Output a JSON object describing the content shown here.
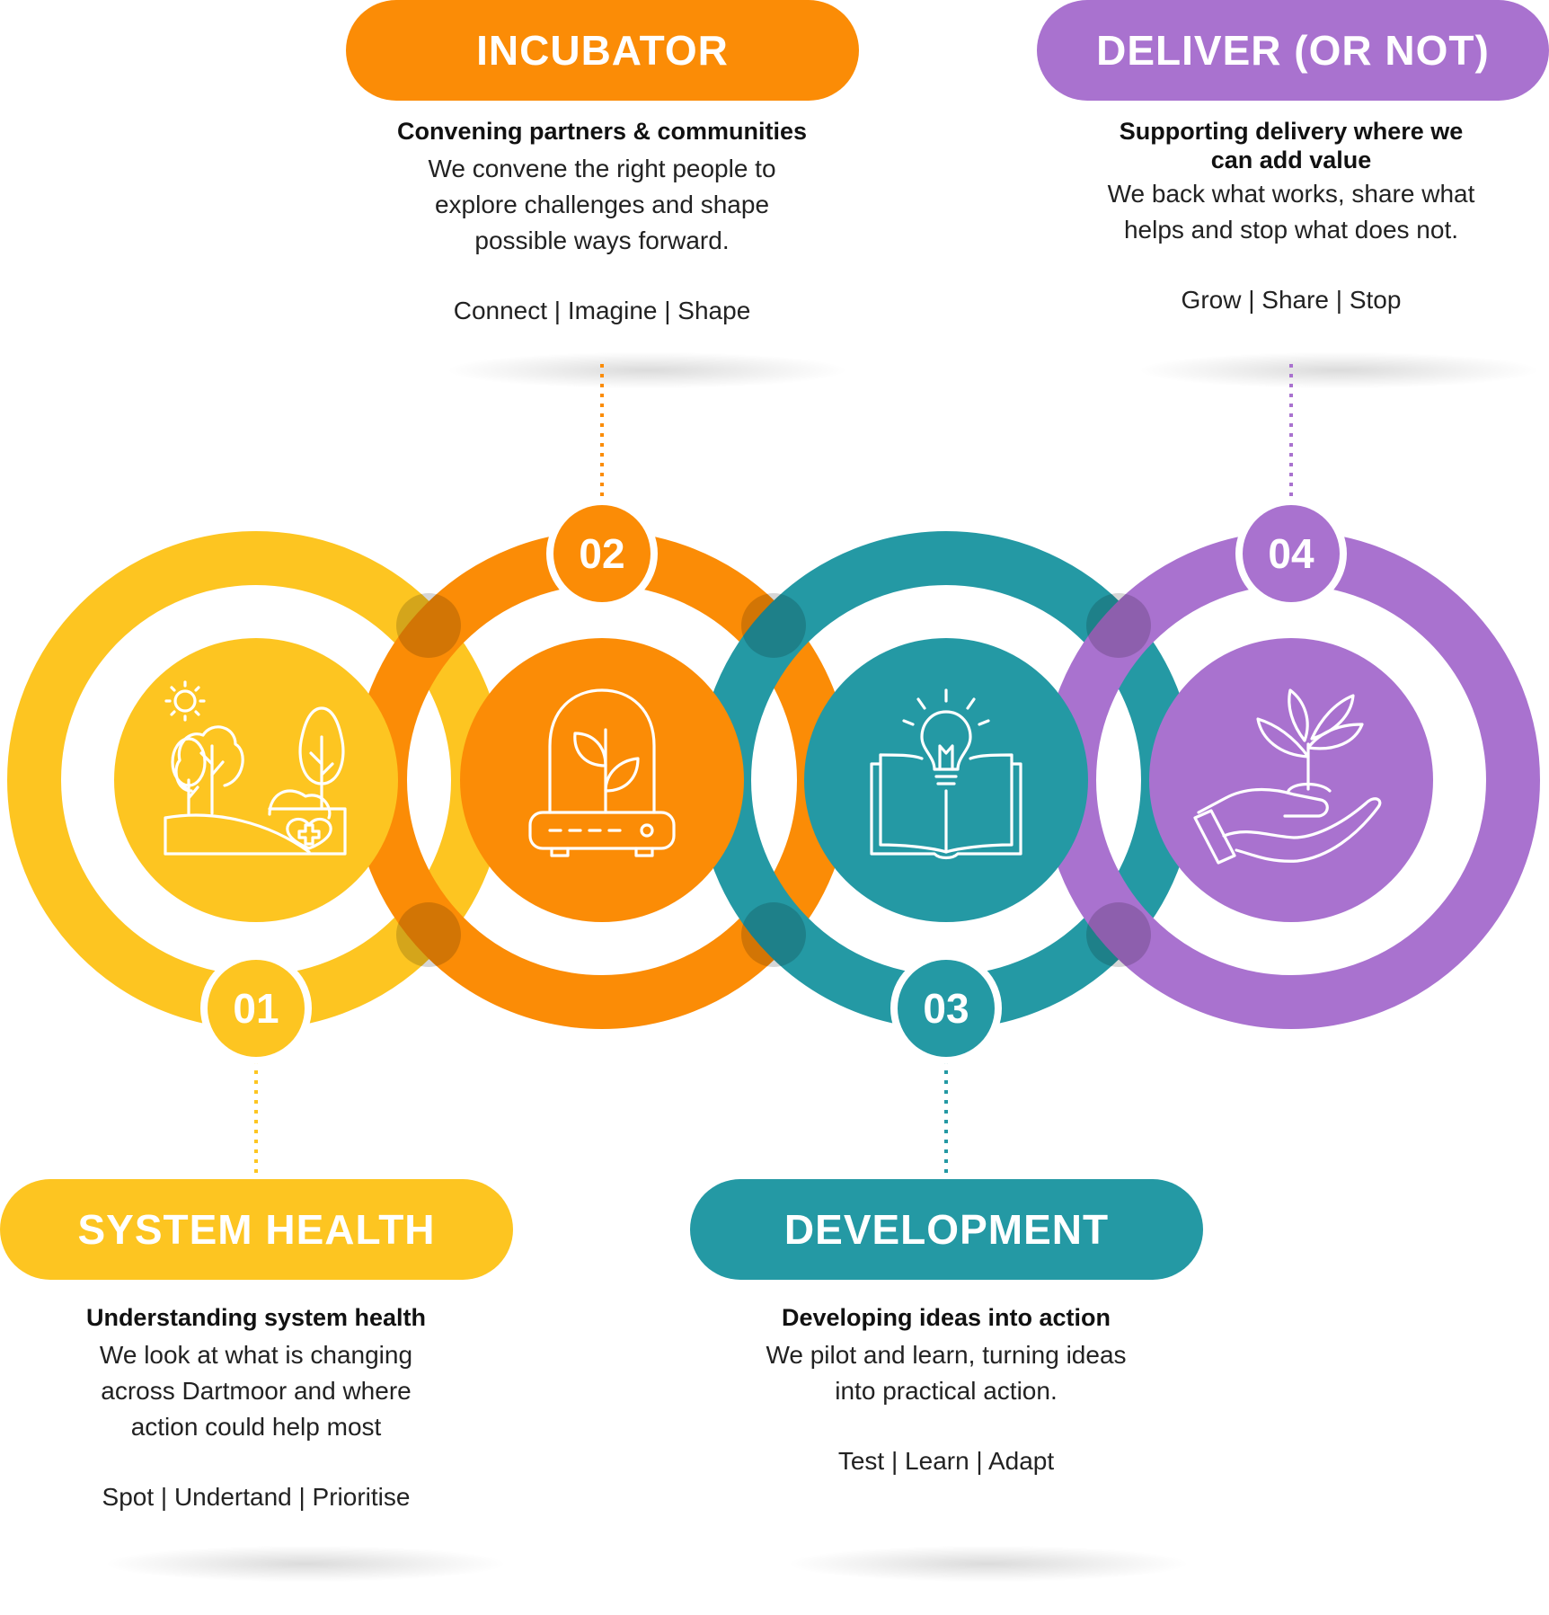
{
  "colors": {
    "yellow": "#FDC521",
    "orange": "#FB8C06",
    "teal": "#2499A4",
    "purple": "#A972CF"
  },
  "stages": [
    {
      "number": "01",
      "title": "SYSTEM HEALTH",
      "subtitle": "Understanding system health",
      "body": [
        "We look at what is changing",
        "across Dartmoor and where",
        "action could help most"
      ],
      "tags": "Spot | Undertand | Prioritise",
      "color": "#FDC521",
      "icon": "landscape-health-icon"
    },
    {
      "number": "02",
      "title": "INCUBATOR",
      "subtitle": "Convening partners & communities",
      "body": [
        "We convene the right people to",
        "explore challenges and shape",
        "possible ways forward."
      ],
      "tags": "Connect | Imagine | Shape",
      "color": "#FB8C06",
      "icon": "plant-incubator-icon"
    },
    {
      "number": "03",
      "title": "DEVELOPMENT",
      "subtitle": "Developing ideas into action",
      "body": [
        "We pilot and learn, turning ideas",
        "into practical action."
      ],
      "tags": "Test | Learn | Adapt",
      "color": "#2499A4",
      "icon": "book-lightbulb-icon"
    },
    {
      "number": "04",
      "title": "DELIVER (OR NOT)",
      "subtitle": [
        "Supporting delivery where we",
        "can add value"
      ],
      "body": [
        "We back what works, share what",
        "helps and stop what does not."
      ],
      "tags": "Grow | Share | Stop",
      "color": "#A972CF",
      "icon": "hand-seedling-icon"
    }
  ]
}
